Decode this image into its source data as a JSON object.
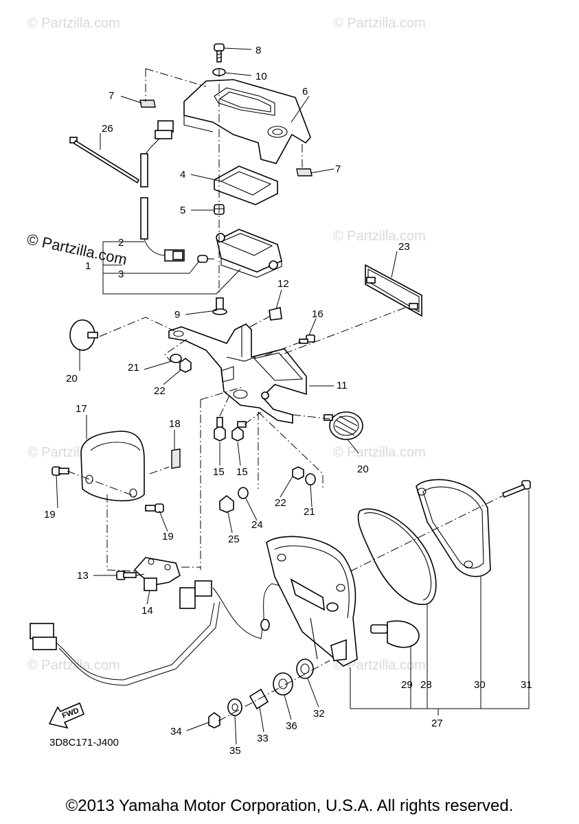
{
  "diagram": {
    "watermark": "© Partzilla.com",
    "part_code": "3D8C171-J400",
    "fwd_label": "FWD",
    "copyright": "©2013 Yamaha Motor Corporation, U.S.A. All rights reserved.",
    "callouts": {
      "c1": "1",
      "c2": "2",
      "c3": "3",
      "c4": "4",
      "c5": "5",
      "c6": "6",
      "c7a": "7",
      "c7b": "7",
      "c8": "8",
      "c9": "9",
      "c10": "10",
      "c11": "11",
      "c12": "12",
      "c13": "13",
      "c14": "14",
      "c15a": "15",
      "c15b": "15",
      "c16": "16",
      "c17": "17",
      "c18": "18",
      "c19a": "19",
      "c19b": "19",
      "c20a": "20",
      "c20b": "20",
      "c21a": "21",
      "c21b": "21",
      "c22a": "22",
      "c22b": "22",
      "c23": "23",
      "c24": "24",
      "c25": "25",
      "c26": "26",
      "c27": "27",
      "c28": "28",
      "c29": "29",
      "c30": "30",
      "c31": "31",
      "c32": "32",
      "c33": "33",
      "c34": "34",
      "c35": "35",
      "c36": "36"
    }
  }
}
